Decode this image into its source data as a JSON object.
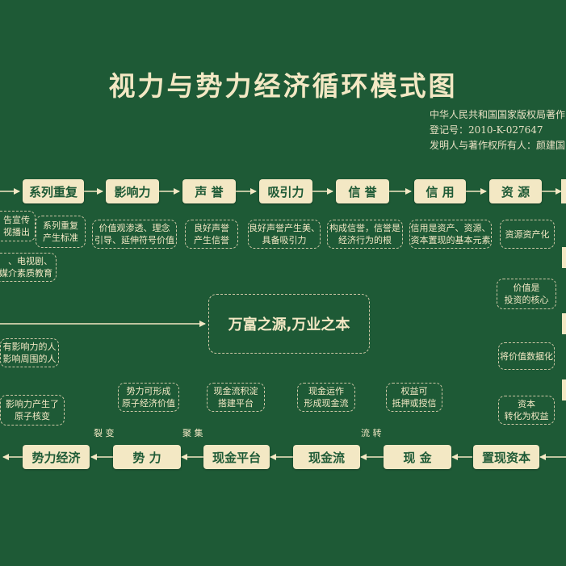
{
  "title": "视力与势力经济循环模式图",
  "copyright": {
    "line1": "中华人民共和国国家版权局著作",
    "line2": "登记号：2010-K-027647",
    "line3": "发明人与著作权所有人：颜建国"
  },
  "top_row": [
    "系列重复",
    "影响力",
    "声 誉",
    "吸引力",
    "信 誉",
    "信 用",
    "资 源"
  ],
  "top_notes": [
    [
      "系列重复",
      "产生标准"
    ],
    [
      "价值观渗透、理念",
      "引导、延伸符号价值"
    ],
    [
      "良好声誉",
      "产生信誉"
    ],
    [
      "良好声誉产生美、",
      "具备吸引力"
    ],
    [
      "构成信誉，信誉是",
      "经济行为的根"
    ],
    [
      "信用是资产、资源、",
      "资本置现的基本元素"
    ],
    [
      "资源资产化"
    ]
  ],
  "left_notes": {
    "n1": [
      "告宣传",
      "视播出"
    ],
    "n2": [
      "、电视剧、",
      "媒介素质教育"
    ],
    "n3": [
      "有影响力的人",
      "影响周围的人"
    ],
    "n4": [
      "影响力产生了",
      "原子核变"
    ]
  },
  "center": "万富之源,万业之本",
  "right_notes": [
    [
      "价值是",
      "投资的核心"
    ],
    [
      "将价值数据化"
    ],
    [
      "资本",
      "转化为权益"
    ]
  ],
  "bottom_row": [
    "势力经济",
    "势 力",
    "现金平台",
    "现金流",
    "现 金",
    "置现资本"
  ],
  "bottom_notes": [
    [
      "势力可形成",
      "原子经济价值"
    ],
    [
      "现金流积淀",
      "搭建平台"
    ],
    [
      "现金运作",
      "形成现金流"
    ],
    [
      "权益可",
      "抵押或授信"
    ]
  ],
  "tags": [
    "裂 变",
    "聚 集",
    "流 转"
  ]
}
